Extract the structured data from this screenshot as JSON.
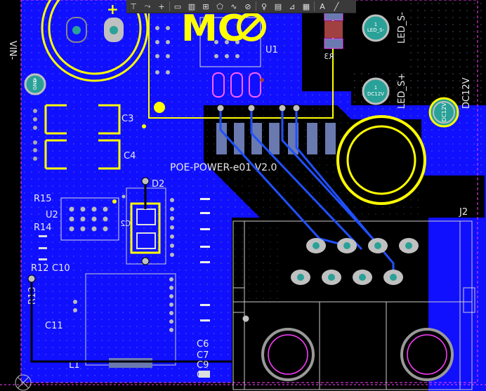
{
  "board": {
    "title_text": "POE-POWER-e01  V2.0",
    "logo_text": "MC"
  },
  "designators": {
    "c3": "C3",
    "c4": "C4",
    "r15": "R15",
    "u2": "U2",
    "r14": "R14",
    "r12": "R12",
    "c10": "C10",
    "r13": "R13",
    "c11": "C11",
    "l1": "L1",
    "c6": "C6",
    "c7": "C7",
    "c9": "C9",
    "c8": "C8",
    "d2": "D2",
    "c2_mirror": "C2",
    "u1": "U1",
    "r3": "R3",
    "j2": "J2",
    "vin": "VIN-",
    "led_s_minus": "LED_S-",
    "led_s_plus": "LED_S+",
    "dc12v": "DC12V"
  },
  "pad_nets": {
    "gnd": "GND",
    "led_s": "LED_S-",
    "dc12v_a": "DC12V",
    "dc12v_b": "DC12V",
    "pin1": "1"
  },
  "toolbar": {
    "tools": [
      {
        "name": "filter-tool",
        "glyph": "⊤"
      },
      {
        "name": "route-tool",
        "glyph": "⤳"
      },
      {
        "name": "place-tool",
        "glyph": "+"
      },
      {
        "name": "select-rect-tool",
        "glyph": "▭"
      },
      {
        "name": "chart-tool",
        "glyph": "▥"
      },
      {
        "name": "align-tool",
        "glyph": "⊞"
      },
      {
        "name": "polygon-tool",
        "glyph": "⬠"
      },
      {
        "name": "interactive-route-tool",
        "glyph": "∿"
      },
      {
        "name": "keepout-tool",
        "glyph": "⊘"
      },
      {
        "name": "via-tool",
        "glyph": "♀"
      },
      {
        "name": "component-tool",
        "glyph": "▤"
      },
      {
        "name": "dimension-tool",
        "glyph": "⊿"
      },
      {
        "name": "region-tool",
        "glyph": "▦"
      },
      {
        "name": "text-tool",
        "glyph": "A"
      },
      {
        "name": "line-tool",
        "glyph": "╱"
      }
    ]
  },
  "colors": {
    "board_bg": "#000000",
    "copper_pour": "#1010ff",
    "silkscreen": "#ffff00",
    "pad_copper": "#c0c0c0",
    "pad_center": "#2aa198",
    "via_magenta": "#c030c0",
    "trace_blue": "#2050ff",
    "outline": "#ff40ff"
  }
}
